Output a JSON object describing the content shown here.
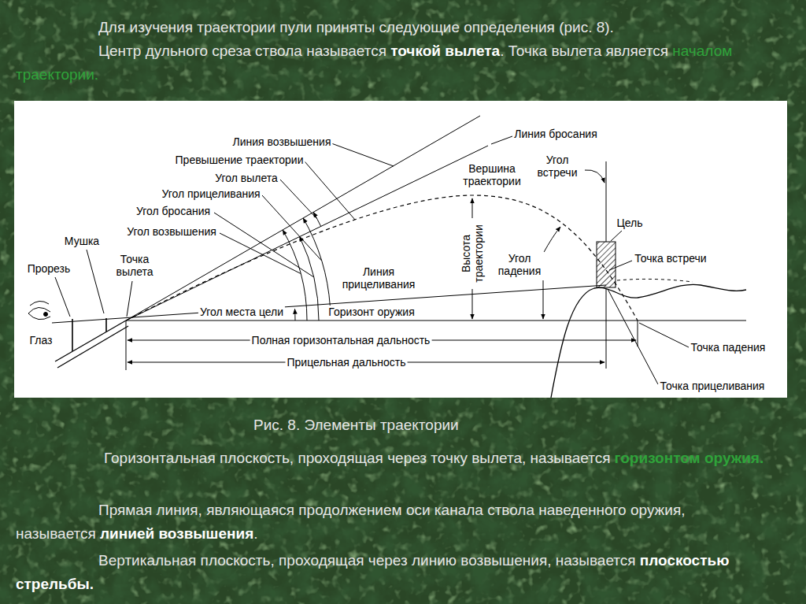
{
  "diagram": {
    "caption": "Рис. 8. Элементы траектории",
    "labels": [
      "Для изучения траектории пули приняты следующие определения (рис. 8).",
      "Центр дульного среза ствола называется",
      "точкой вылета",
      ". Точка вылета является",
      "началом траектории.",
      "Линия возвышения",
      "Линия бросания",
      "Превышение траектории",
      "Угол вылета",
      "Вершина траектории",
      "Угол встречи",
      "Угол прицеливания",
      "Угол бросания",
      "Угол возвышения",
      "Мушка",
      "Цель",
      "Точка вылета",
      "Прорезь",
      "Высота траектории",
      "Угол падения",
      "Точка встречи",
      "Линия прицеливания",
      "Горизонт оружия",
      "Угол места цели",
      "Глаз",
      "Полная горизонтальная дальность",
      "Точка падения",
      "Прицельная дальность",
      "Точка прицеливания",
      "Горизонтальная плоскость, проходящая через точку вылета, называется",
      "горизонтом оружия.",
      "Прямая линия, являющаяся продолжением оси канала ствола наведенного оружия, называется",
      "линией возвышения",
      ".",
      "Вертикальная плоскость, проходящая через линию возвышения, называется",
      "плоскостью стрельбы."
    ]
  }
}
